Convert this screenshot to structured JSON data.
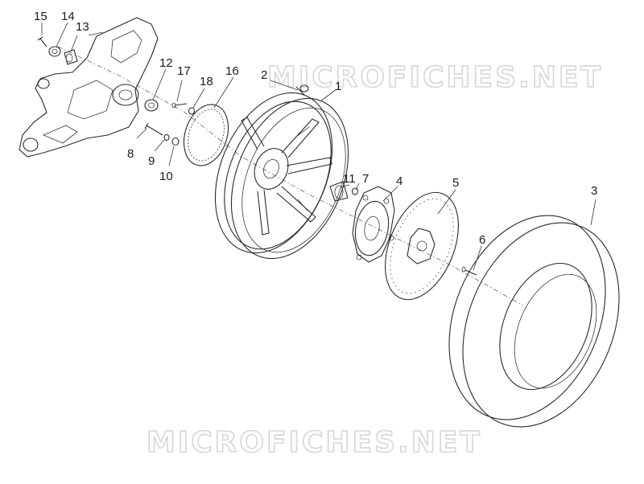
{
  "watermarks": [
    "MICROFICHES.NET",
    "MICROFICHES.NET"
  ],
  "callouts": {
    "c1": "1",
    "c2": "2",
    "c3": "3",
    "c4": "4",
    "c5": "5",
    "c6": "6",
    "c7": "7",
    "c8": "8",
    "c9": "9",
    "c10": "10",
    "c11": "11",
    "c12": "12",
    "c13": "13",
    "c14": "14",
    "c15": "15",
    "c16": "16",
    "c17": "17",
    "c18": "18"
  }
}
